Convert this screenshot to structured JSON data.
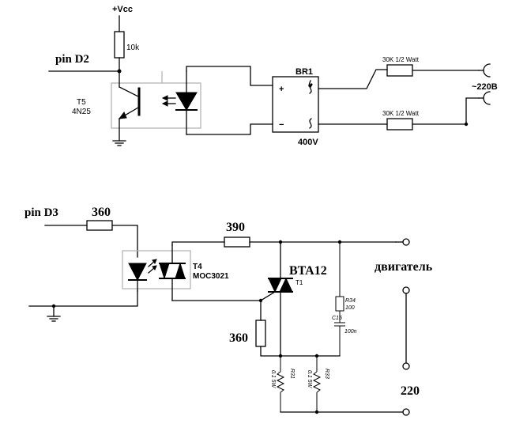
{
  "top": {
    "vcc_label": "+Vcc",
    "r_pullup": "10k",
    "pin_label": "pin D2",
    "opto_ref": "T5",
    "opto_part": "4N25",
    "bridge_ref": "BR1",
    "bridge_voltage": "400V",
    "bridge_plus": "+",
    "bridge_minus": "−",
    "r_top": "30K 1/2 Watt",
    "r_bottom": "30K 1/2 Watt",
    "mains_label": "~220B"
  },
  "bottom": {
    "pin_label": "pin D3",
    "r_input": "360",
    "r_gate_series": "390",
    "opto_ref": "T4",
    "opto_part": "MOC3021",
    "triac_part": "BTA12",
    "triac_ref": "T1",
    "r_gate": "360",
    "snubber_r_ref": "R34",
    "snubber_r_val": "100",
    "snubber_c_ref": "C15",
    "snubber_c_val": "100n",
    "r31_ref": "R31",
    "r31_val": "0.1 5W",
    "r33_ref": "R33",
    "r33_val": "0.1 5W",
    "motor_label": "двигатель",
    "mains_label": "220"
  }
}
